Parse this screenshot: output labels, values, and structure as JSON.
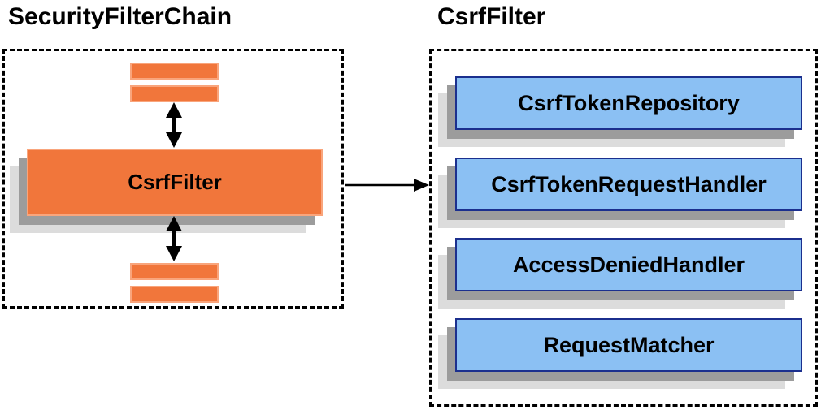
{
  "diagram": {
    "left_panel": {
      "title": "SecurityFilterChain",
      "filter_box_label": "CsrfFilter"
    },
    "right_panel": {
      "title": "CsrfFilter",
      "components": [
        "CsrfTokenRepository",
        "CsrfTokenRequestHandler",
        "AccessDeniedHandler",
        "RequestMatcher"
      ]
    },
    "colors": {
      "orange_fill": "#F1763B",
      "orange_border": "#F9A57C",
      "blue_fill": "#8BC0F3",
      "blue_border": "#1B2F8E",
      "shadow_dark": "#9C9C9C",
      "shadow_light": "#DCDCDC",
      "arrow_black": "#000000",
      "dash_border": "#000000",
      "title_text": "#000000"
    }
  }
}
